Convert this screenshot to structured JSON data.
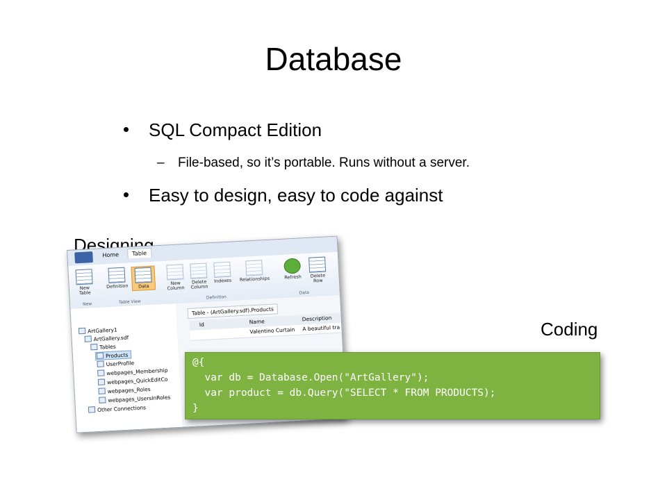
{
  "slide": {
    "title": "Database",
    "bullet1": "SQL Compact Edition",
    "sub1": "File-based, so it’s portable. Runs without a server.",
    "sub_dash": "–",
    "bullet2": "Easy to design, easy to code against",
    "label_designing": "Designing",
    "label_coding": "Coding"
  },
  "designer": {
    "tabs": {
      "home": "Home",
      "table": "Table"
    },
    "ribbon": {
      "new_table": "New Table",
      "definition": "Definition",
      "data": "Data",
      "new_column": "New Column",
      "delete_column": "Delete Column",
      "indexes": "Indexes",
      "relationships": "Relationships",
      "refresh": "Refresh",
      "delete_row": "Delete Row",
      "group_new": "New",
      "group_table_view": "Table View",
      "group_definition": "Definition",
      "group_data": "Data"
    },
    "tree": {
      "artgallery": "ArtGallery1",
      "sdf": "ArtGallery.sdf",
      "tables": "Tables",
      "products": "Products",
      "userprofile": "UserProfile",
      "membership": "webpages_Membership",
      "quickedit": "webpages_QuickEditCo",
      "roles": "webpages_Roles",
      "usersinroles": "webpages_UsersInRoles",
      "other": "Other Connections"
    },
    "grid": {
      "doc_tab": "Table - (ArtGallery.sdf).Products",
      "col_id": "Id",
      "col_name": "Name",
      "col_desc": "Description",
      "row_name": "Valentino Curtain",
      "row_desc": "A beautiful tra"
    }
  },
  "code": {
    "line1": "@{",
    "line2": "  var db = Database.Open(\"ArtGallery\");",
    "line3": "  var product = db.Query(\"SELECT * FROM PRODUCTS);",
    "line4": "}"
  }
}
